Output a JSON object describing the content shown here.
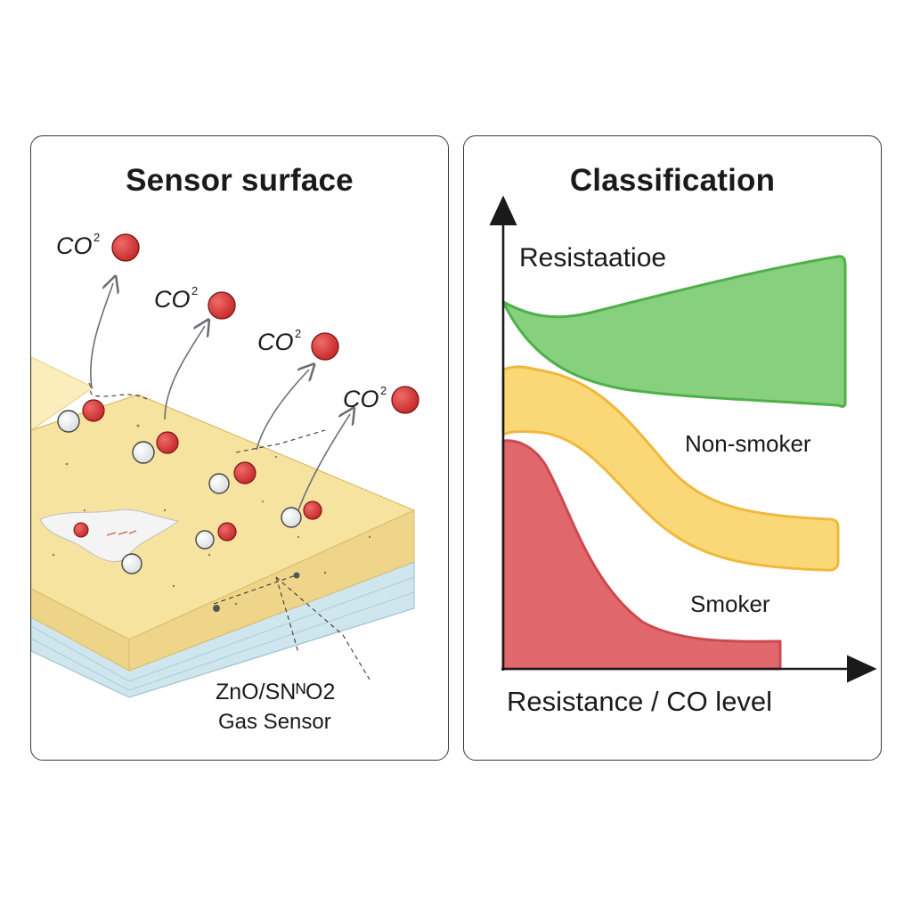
{
  "left_panel": {
    "title": "Sensor surface",
    "molecule_labels": [
      {
        "text": "CO",
        "sup": "2"
      },
      {
        "text": "CO",
        "sup": "2"
      },
      {
        "text": "CO",
        "sup": "2"
      },
      {
        "text": "CO",
        "sup": "2"
      }
    ],
    "sensor_label_line1": "ZnO/SNᴺO2",
    "sensor_label_line2": "Gas Sensor"
  },
  "right_panel": {
    "title": "Classification",
    "region_labels": {
      "top": "Resistaatioe",
      "middle": "Non-smoker",
      "bottom": "Smoker"
    },
    "x_axis_label": "Resistance / CO level"
  },
  "colors": {
    "oxygen_red": "#d63a3a",
    "sensor_yellow": "#f7e3a0",
    "substrate_blue": "#cfe6ee",
    "band_green": "#86d07e",
    "band_yellow": "#fbd877",
    "band_red": "#e0686c"
  }
}
